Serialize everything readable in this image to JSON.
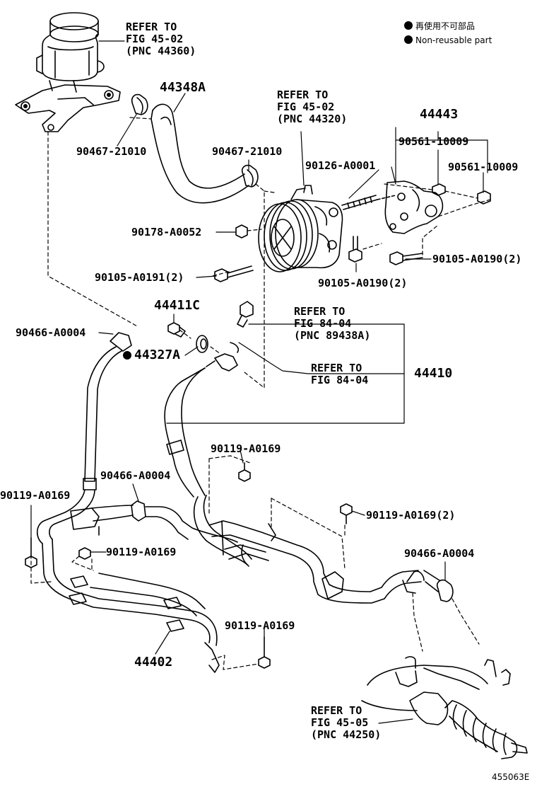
{
  "legend": {
    "jp": "再使用不可部品",
    "en": "Non-reusable part"
  },
  "refs": {
    "reservoir": [
      "REFER TO",
      "FIG 45-02",
      "(PNC 44360)"
    ],
    "pump": [
      "REFER TO",
      "FIG 45-02",
      "(PNC 44320)"
    ],
    "sensor": [
      "REFER TO",
      "FIG 84-04",
      "(PNC 89438A)"
    ],
    "clip": [
      "REFER TO",
      "FIG 84-04"
    ],
    "gear": [
      "REFER TO",
      "FIG 45-05",
      "(PNC 44250)"
    ]
  },
  "parts": {
    "p44348A": "44348A",
    "p90467_21010_a": "90467-21010",
    "p90467_21010_b": "90467-21010",
    "p44443": "44443",
    "p90561_10009_a": "90561-10009",
    "p90561_10009_b": "90561-10009",
    "p90126_A0001": "90126-A0001",
    "p90178_A0052": "90178-A0052",
    "p90105_A0190_2a": "90105-A0190(2)",
    "p90105_A0190_2b": "90105-A0190(2)",
    "p90105_A0191_2": "90105-A0191(2)",
    "p44411C": "44411C",
    "p90466_A0004_a": "90466-A0004",
    "p44327A": "44327A",
    "p44410": "44410",
    "p90119_A0169_a": "90119-A0169",
    "p90466_A0004_b": "90466-A0004",
    "p90119_A0169_b": "90119-A0169",
    "p90119_A0169_2": "90119-A0169(2)",
    "p90119_A0169_c": "90119-A0169",
    "p90466_A0004_c": "90466-A0004",
    "p90119_A0169_d": "90119-A0169",
    "p44402": "44402"
  },
  "figure_code": "455063E"
}
